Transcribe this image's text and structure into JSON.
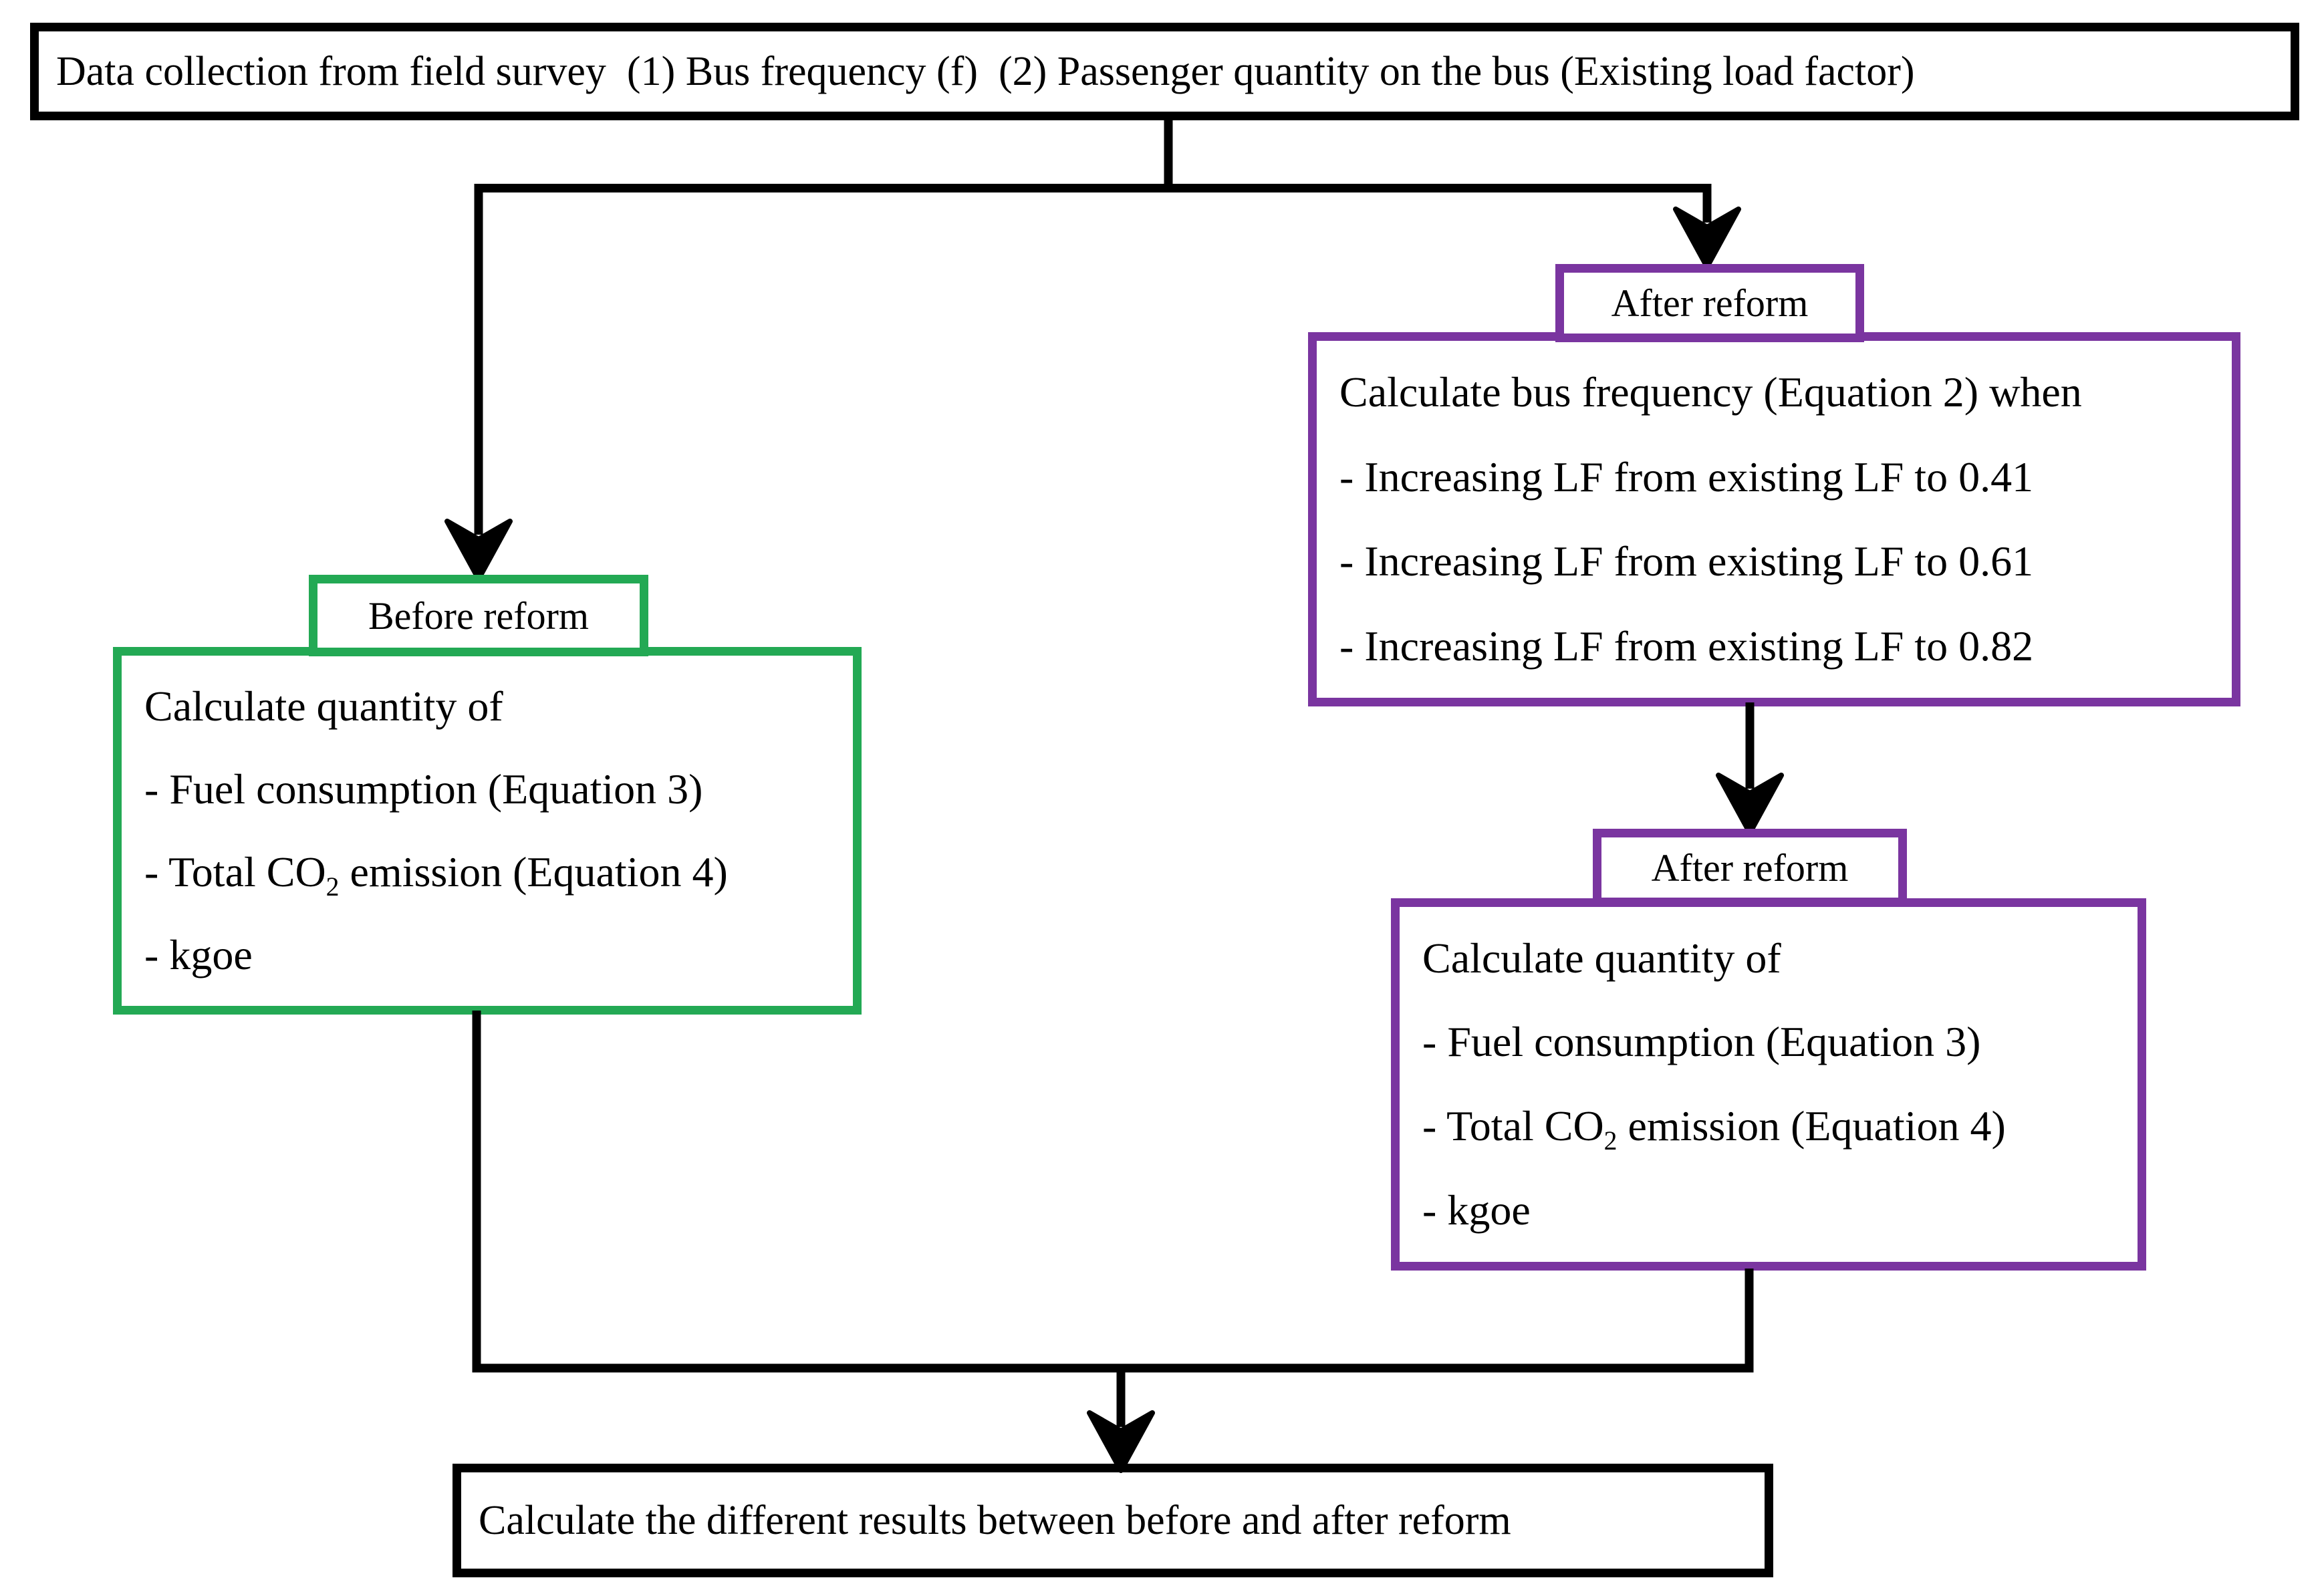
{
  "diagram": {
    "colors": {
      "before_accent": "#23A954",
      "after_accent": "#7A35A0",
      "neutral": "#000000"
    },
    "top_box": {
      "text": "Data collection from field survey  (1) Bus frequency (f)  (2) Passenger quantity on the bus (Existing load factor)"
    },
    "before_branch": {
      "label": "Before reform",
      "box": {
        "title": "Calculate quantity of",
        "items": [
          {
            "pre": "- Fuel consumption (Equation 3)",
            "sub": "",
            "post": ""
          },
          {
            "pre": "- Total CO",
            "sub": "2",
            "post": " emission (Equation 4)"
          },
          {
            "pre": "- kgoe",
            "sub": "",
            "post": ""
          }
        ]
      }
    },
    "after_branch": {
      "label_frequency": "After reform",
      "frequency_box": {
        "title": "Calculate bus frequency (Equation 2) when",
        "items": [
          "- Increasing LF from existing LF to 0.41",
          "- Increasing LF from existing LF to 0.61",
          "- Increasing LF from existing LF to 0.82"
        ]
      },
      "label_quantity": "After reform",
      "quantity_box": {
        "title": "Calculate quantity of",
        "items": [
          {
            "pre": "- Fuel consumption (Equation 3)",
            "sub": "",
            "post": ""
          },
          {
            "pre": "- Total CO",
            "sub": "2",
            "post": " emission (Equation 4)"
          },
          {
            "pre": "- kgoe",
            "sub": "",
            "post": ""
          }
        ]
      }
    },
    "bottom_box": {
      "text": "Calculate the different results between before and after reform"
    }
  }
}
